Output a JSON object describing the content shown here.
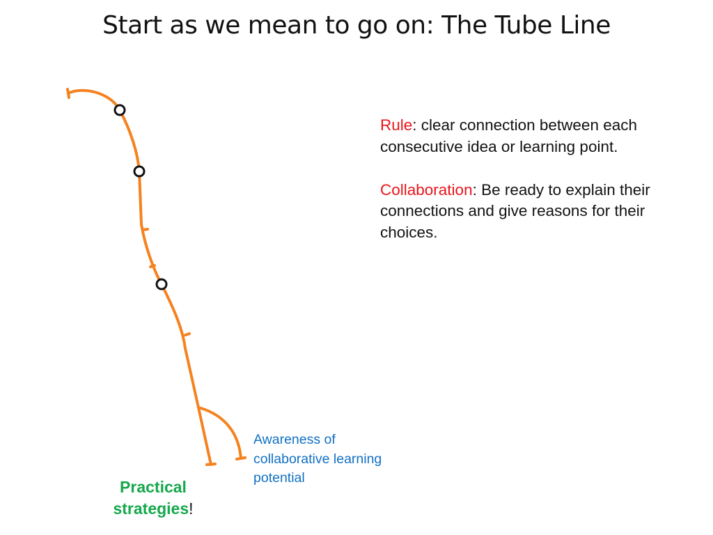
{
  "title": "Start as we mean to go on: The Tube Line",
  "rule": {
    "label": "Rule",
    "text": ": clear connection between each consecutive idea or learning point."
  },
  "collaboration": {
    "label": "Collaboration",
    "text": ": Be ready to explain their connections and give reasons for their choices."
  },
  "branch_right_label": "Awareness of collaborative learning potential",
  "branch_left_label": {
    "text": "Practical strategies",
    "suffix": "!"
  },
  "colors": {
    "line": "#f58220",
    "highlight": "#e8141b",
    "blue": "#1170c4",
    "green": "#16a84c"
  }
}
